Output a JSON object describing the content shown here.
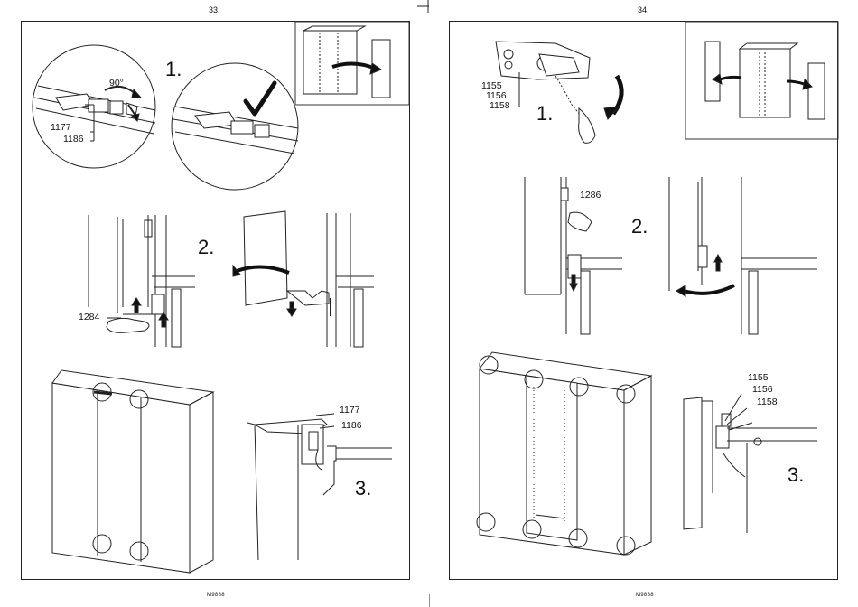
{
  "left_page": {
    "page_number": "33.",
    "footer": "M9888",
    "steps": [
      "1.",
      "2.",
      "3."
    ],
    "angle": "90°",
    "parts": {
      "a1": "1177",
      "a2": "1186",
      "b1": "1284",
      "c1": "1177",
      "c2": "1186"
    }
  },
  "right_page": {
    "page_number": "34.",
    "footer": "M9888",
    "steps": [
      "1.",
      "2.",
      "3."
    ],
    "parts": {
      "a1": "1155",
      "a2": "1156",
      "a3": "1158",
      "b1": "1286",
      "c1": "1155",
      "c2": "1156",
      "c3": "1158"
    }
  }
}
